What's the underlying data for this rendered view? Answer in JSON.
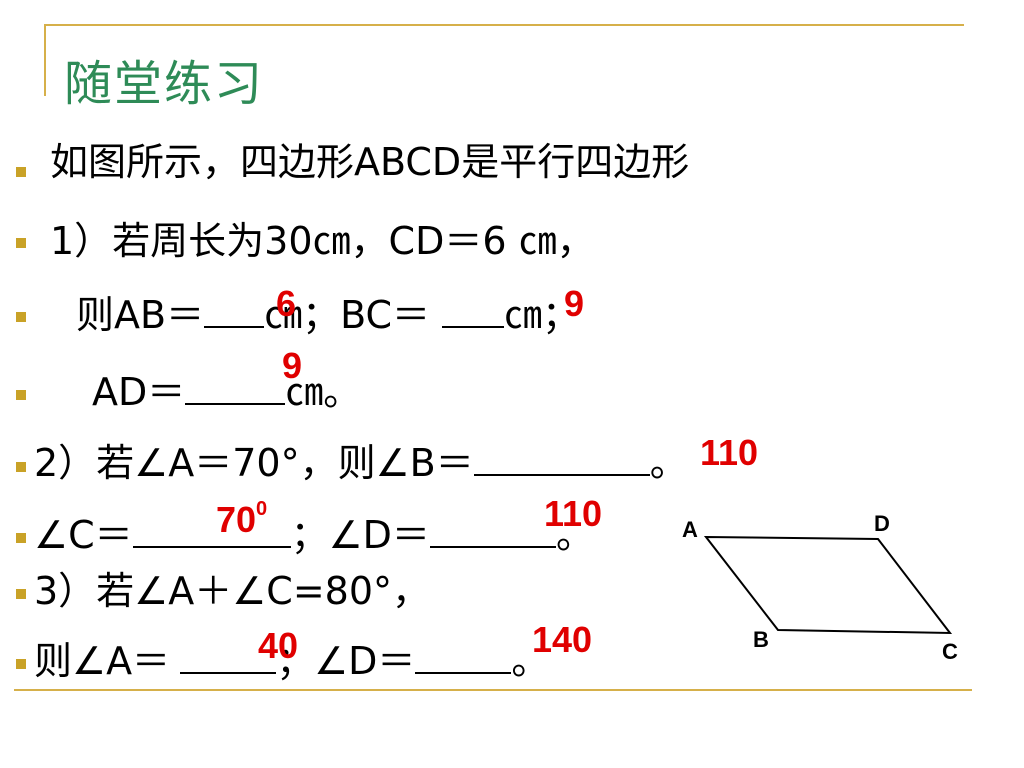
{
  "title": "随堂练习",
  "lines": {
    "l1": "如图所示，四边形ABCD是平行四边形",
    "l2": "1）若周长为30㎝，CD＝6 ㎝，",
    "l3a": "则AB＝",
    "l3b": "㎝；BC＝",
    "l3c": "㎝；",
    "l4a": "AD＝",
    "l4b": "㎝。",
    "l5a": "2）若∠A＝70°，则∠B＝",
    "l5b": "。",
    "l6a": "∠C＝",
    "l6b": "；∠D＝",
    "l6c": "。",
    "l7": "3）若∠A＋∠C=80°，",
    "l8a": "则∠A＝",
    "l8b": "；∠D＝",
    "l8c": "。"
  },
  "answers": {
    "ab": "6",
    "bc": "9",
    "ad": "9",
    "angle_b": "110",
    "angle_c": "70",
    "angle_c_sup": "0",
    "angle_d": "110",
    "angle_a": "40",
    "angle_d2": "140"
  },
  "diagram": {
    "labels": {
      "a": "A",
      "b": "B",
      "c": "C",
      "d": "D"
    }
  },
  "colors": {
    "title": "#2e8b57",
    "answer": "#e00000",
    "accent": "#c9a227"
  }
}
